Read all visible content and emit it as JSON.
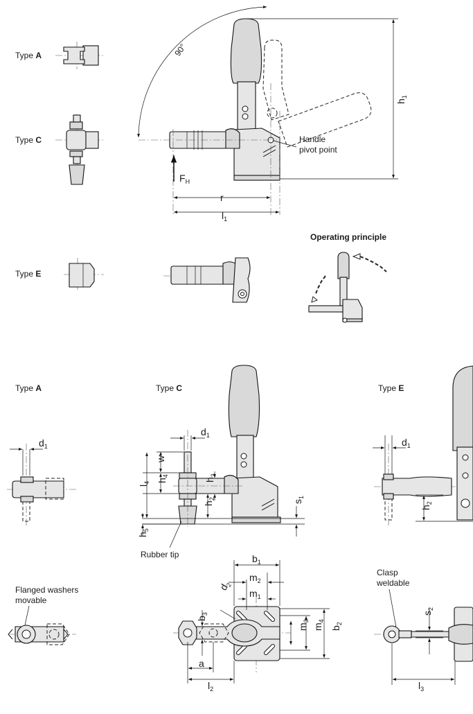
{
  "labels": {
    "type_a_top": {
      "prefix": "Type",
      "letter": "A"
    },
    "type_c_top": {
      "prefix": "Type",
      "letter": "C"
    },
    "type_e_top": {
      "prefix": "Type",
      "letter": "E"
    },
    "type_a_bottom": {
      "prefix": "Type",
      "letter": "A"
    },
    "type_c_bottom": {
      "prefix": "Type",
      "letter": "C"
    },
    "type_e_bottom": {
      "prefix": "Type",
      "letter": "E"
    },
    "angle": "90°",
    "handle_pivot_line1": "Handle",
    "handle_pivot_line2": "pivot point",
    "operating_principle": "Operating principle",
    "rubber_tip": "Rubber tip",
    "flanged_line1": "Flanged washers",
    "flanged_line2": "movable",
    "clasp_line1": "Clasp",
    "clasp_line2": "weldable"
  },
  "dimensions": {
    "h1": {
      "base": "h",
      "sub": "1"
    },
    "r": {
      "base": "r",
      "sub": ""
    },
    "l1": {
      "base": "l",
      "sub": "1"
    },
    "FH": {
      "base": "F",
      "sub": "H"
    },
    "d1_a": {
      "base": "d",
      "sub": "1"
    },
    "d1_c": {
      "base": "d",
      "sub": "1"
    },
    "d1_e": {
      "base": "d",
      "sub": "1"
    },
    "w": {
      "base": "w",
      "sub": ""
    },
    "l4": {
      "base": "l",
      "sub": "4"
    },
    "h4": {
      "base": "h",
      "sub": "4"
    },
    "h3": {
      "base": "h",
      "sub": "3"
    },
    "h2_c": {
      "base": "h",
      "sub": "2"
    },
    "h2_e": {
      "base": "h",
      "sub": "2"
    },
    "s1": {
      "base": "s",
      "sub": "1"
    },
    "h5": {
      "base": "h",
      "sub": "5"
    },
    "b1": {
      "base": "b",
      "sub": "1"
    },
    "m2": {
      "base": "m",
      "sub": "2"
    },
    "m1": {
      "base": "m",
      "sub": "1"
    },
    "d2": {
      "base": "d",
      "sub": "2"
    },
    "b3": {
      "base": "b",
      "sub": "3"
    },
    "m3": {
      "base": "m",
      "sub": "3"
    },
    "m4": {
      "base": "m",
      "sub": "4"
    },
    "b2": {
      "base": "b",
      "sub": "2"
    },
    "a": {
      "base": "a",
      "sub": ""
    },
    "l2": {
      "base": "l",
      "sub": "2"
    },
    "s2": {
      "base": "s",
      "sub": "2"
    },
    "l3": {
      "base": "l",
      "sub": "3"
    }
  }
}
